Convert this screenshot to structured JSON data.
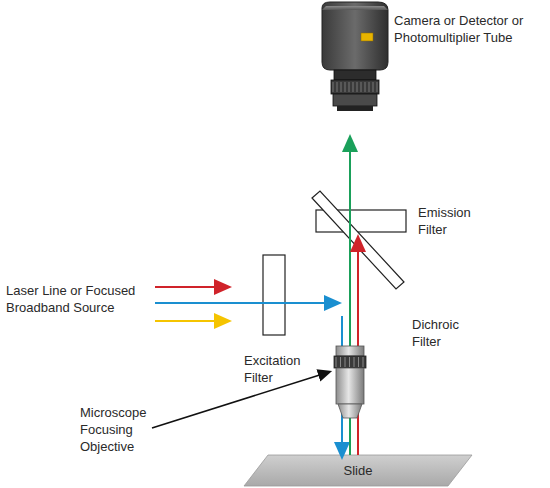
{
  "diagram": {
    "labels": [
      "Camera or Detector or Photomultiplier Tube",
      "Emission Filter",
      "Laser Line or Focused Broadband Source",
      "Excitation Filter",
      "Dichroic Filter",
      "Microscope Focusing Objective",
      "Slide"
    ]
  }
}
